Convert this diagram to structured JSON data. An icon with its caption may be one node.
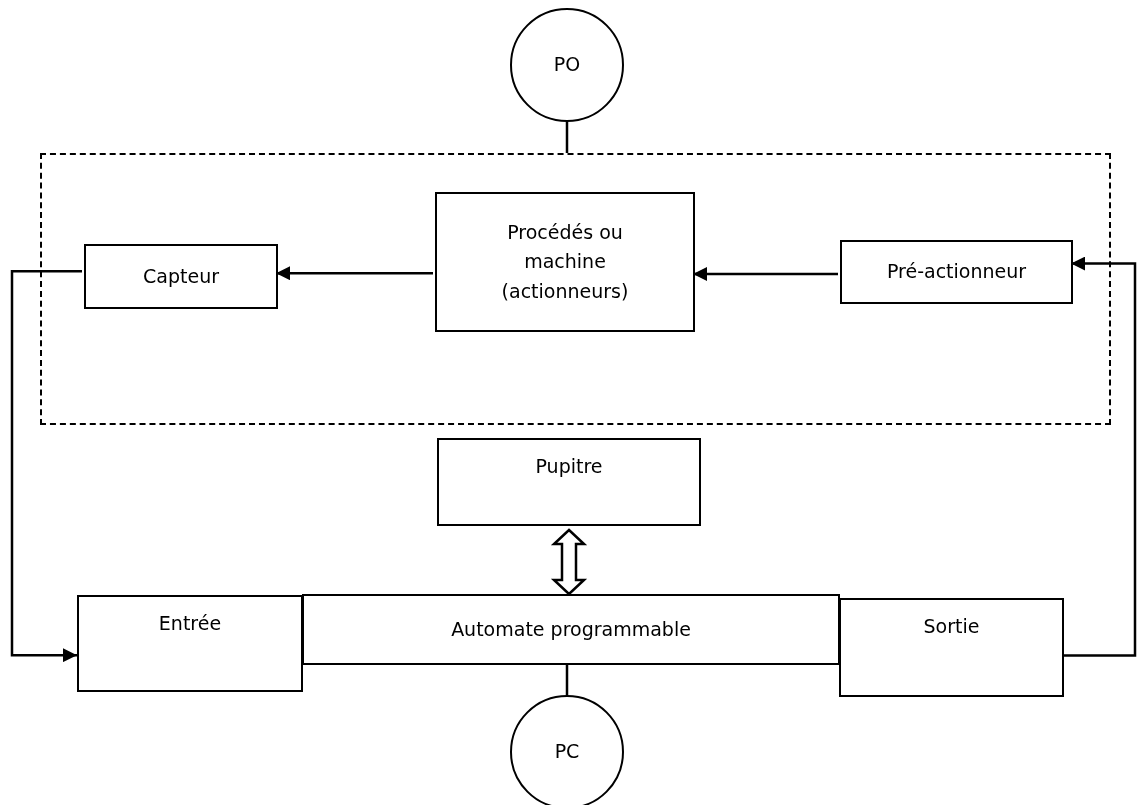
{
  "diagram": {
    "nodes": [
      {
        "text": [
          "PO"
        ]
      },
      {
        "text": [],
        "shape": "box"
      },
      {
        "text": [
          "Capteur"
        ],
        "in": 1
      },
      {
        "text": [
          "Procédés ou machine (actionneurs)"
        ],
        "in": 1
      },
      {
        "text": [
          "Pré-actionneur"
        ],
        "in": 1
      },
      {
        "text": [
          "Pupitre"
        ]
      },
      {
        "text": [
          "Entrée"
        ]
      },
      {
        "text": [
          "Automate programmable"
        ]
      },
      {
        "text": [
          "Sortie"
        ]
      },
      {
        "text": [
          "PC"
        ]
      }
    ],
    "edges": [
      {
        "from": 0,
        "to": 1,
        "arrow": "none"
      },
      {
        "from": 3,
        "to": 2,
        "arrow": "to"
      },
      {
        "from": 4,
        "to": 3,
        "arrow": "to"
      },
      {
        "from": 2,
        "to": 6,
        "arrow": "to"
      },
      {
        "from": 8,
        "to": 4,
        "arrow": "to"
      },
      {
        "from": 5,
        "to": 7,
        "arrow": "both",
        "style": "thick"
      },
      {
        "from": 7,
        "to": 9,
        "arrow": "none"
      }
    ]
  }
}
